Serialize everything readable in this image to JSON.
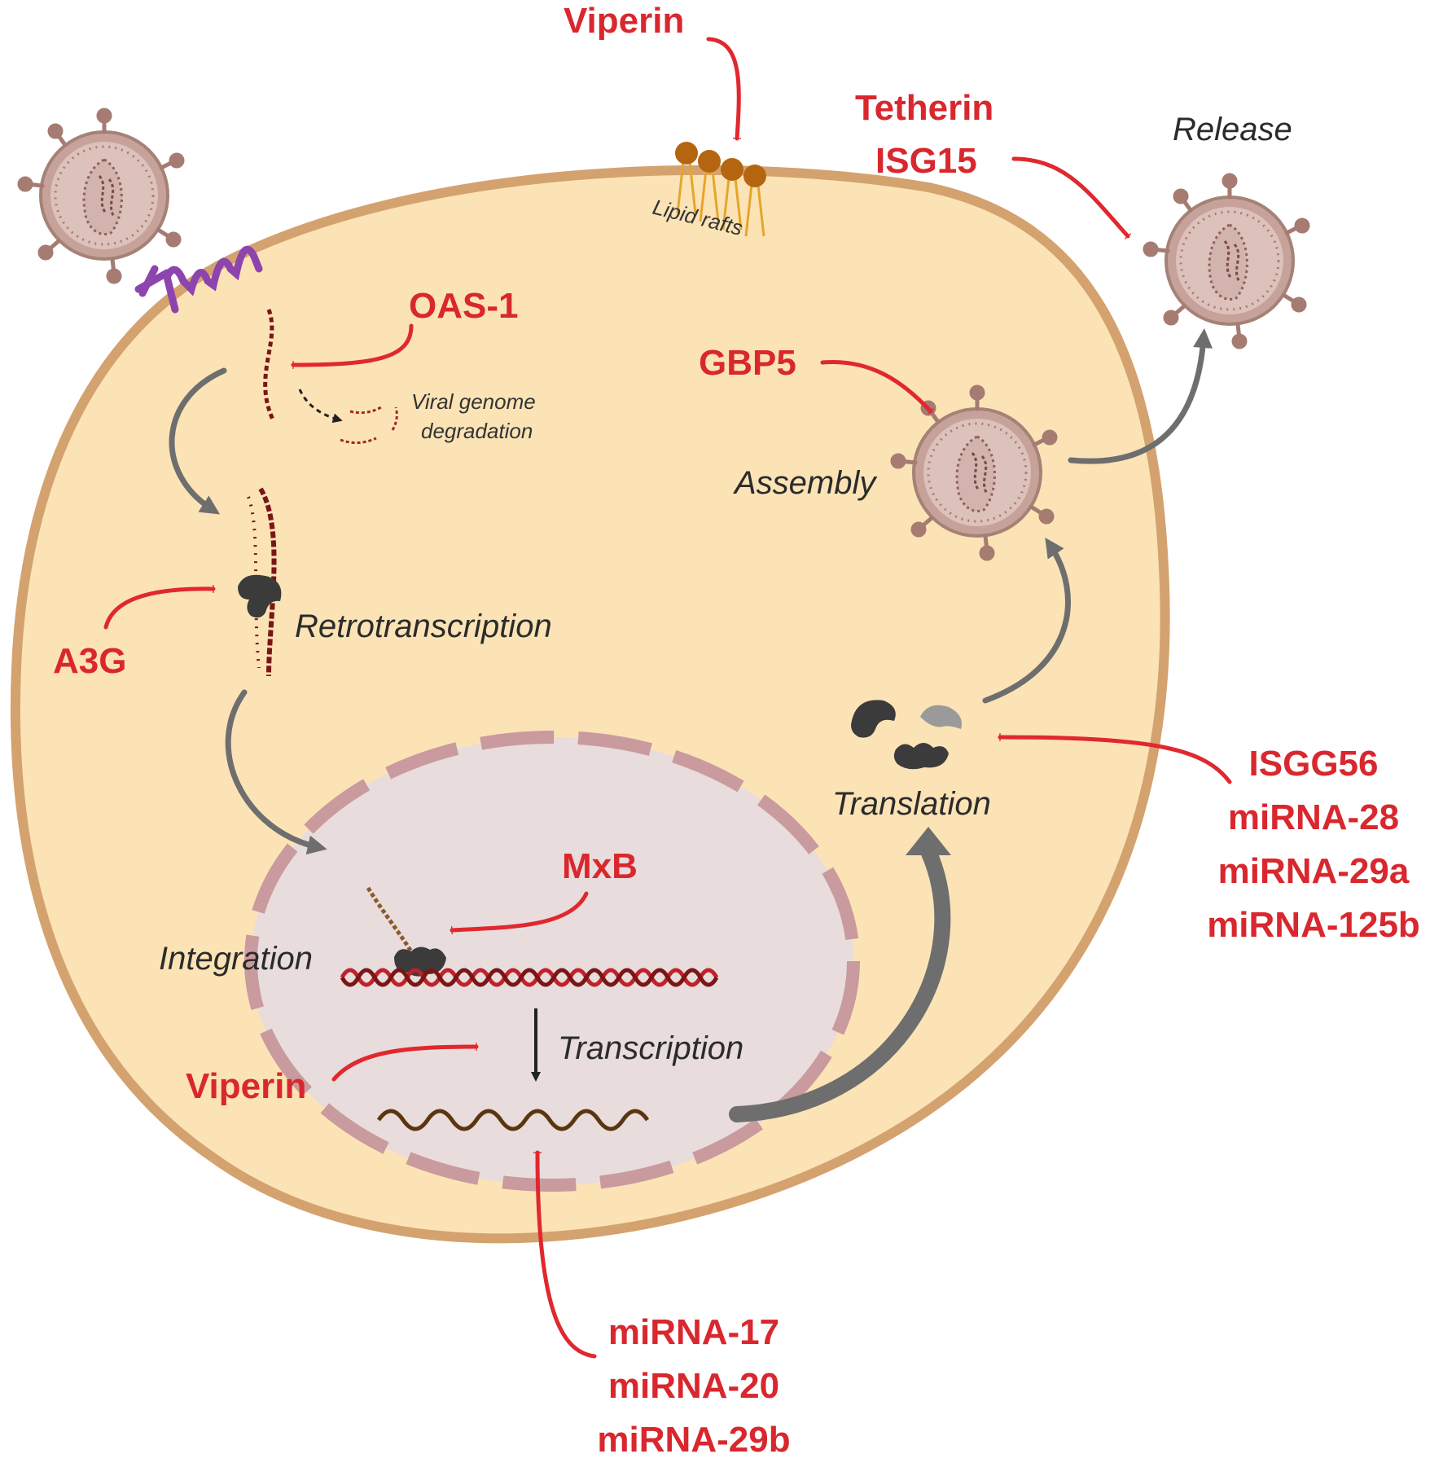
{
  "colors": {
    "inhibitor": "#d9272e",
    "cell_fill": "#fbe3b6",
    "cell_border": "#d4a26e",
    "nucleus_fill": "#e8dcdc",
    "nucleus_border": "#c99a9e",
    "virus": "#c6a29a",
    "arrow": "#6e6e6e",
    "rna": "#7a1616",
    "mrna": "#5b3510",
    "lipid": "#b5650f",
    "receptor": "#8e44ad"
  },
  "inhibitors": {
    "viperin_top": "Viperin",
    "tetherin": "Tetherin",
    "isg15": "ISG15",
    "oas1": "OAS-1",
    "gbp5": "GBP5",
    "a3g": "A3G",
    "mxb": "MxB",
    "viperin_nuc": "Viperin",
    "translation_group": [
      "ISGG56",
      "miRNA-28",
      "miRNA-29a",
      "miRNA-125b"
    ],
    "transcription_group": [
      "miRNA-17",
      "miRNA-20",
      "miRNA-29b"
    ]
  },
  "steps": {
    "release": "Release",
    "assembly": "Assembly",
    "retrotranscription": "Retrotranscription",
    "integration": "Integration",
    "transcription": "Transcription",
    "translation": "Translation"
  },
  "annotations": {
    "lipid_rafts": "Lipid rafts",
    "viral_genome_line1": "Viral genome",
    "viral_genome_line2": "degradation"
  }
}
